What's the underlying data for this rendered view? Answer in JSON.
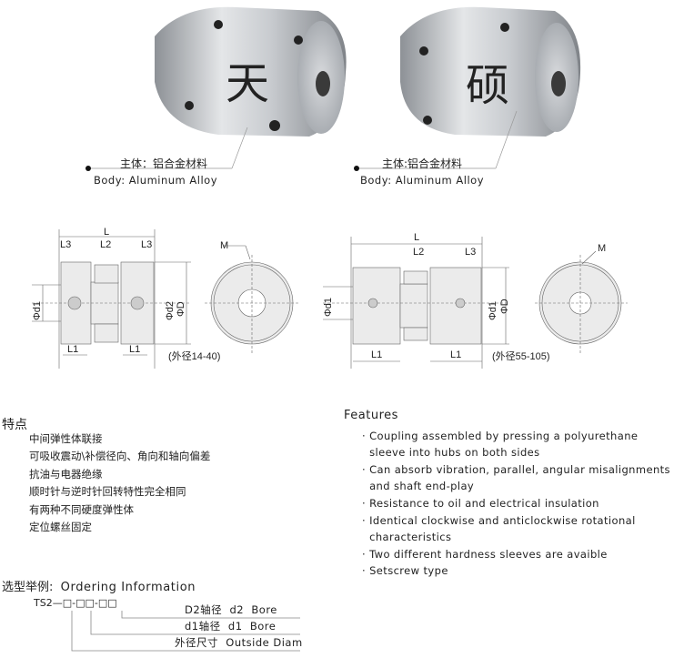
{
  "photos": [
    {
      "logo_char": "天",
      "material_cn": "主体：铝合金材料",
      "material_en": "Body: Aluminum  Alloy"
    },
    {
      "logo_char": "硕",
      "material_cn": "主体:铝合金材料",
      "material_en": "Body: Aluminum  Alloy"
    }
  ],
  "drawing_small": {
    "L": "L",
    "L1": "L1",
    "L2": "L2",
    "L3": "L3",
    "d1": "Φd1",
    "d2": "Φd2",
    "D": "ΦD",
    "M": "M",
    "range": "(外径14-40)"
  },
  "drawing_large": {
    "L": "L",
    "L1": "L1",
    "L2": "L2",
    "L3": "L3",
    "d1": "Φd1",
    "D": "ΦD",
    "M": "M",
    "range": "(外径55-105)"
  },
  "features_cn": {
    "title": "特点",
    "items": [
      "中间弹性体联接",
      "可吸收震动\\补偿径向、角向和轴向偏差",
      "抗油与电器绝缘",
      "顺时针与逆时针回转特性完全相同",
      "有两种不同硬度弹性体",
      "定位螺丝固定"
    ]
  },
  "features_en": {
    "title": "Features",
    "items": [
      "· Coupling assembled by pressing a polyurethane",
      "  sleeve into hubs on both sides",
      "· Can absorb vibration, parallel, angular misalignments",
      "  and shaft end-play",
      "· Resistance to oil and electrical insulation",
      "· Identical clockwise and anticlockwise rotational",
      "  characteristics",
      "· Two different hardness sleeves are avaible",
      "· Setscrew type"
    ]
  },
  "ordering": {
    "title_cn": "选型举例:",
    "title_en": "Ordering Information",
    "code": "TS2—□-□□-□□",
    "labels": [
      "D2轴径  d2  Bore",
      "d1轴径  d1  Bore",
      "外径尺寸  Outside Diam"
    ]
  }
}
